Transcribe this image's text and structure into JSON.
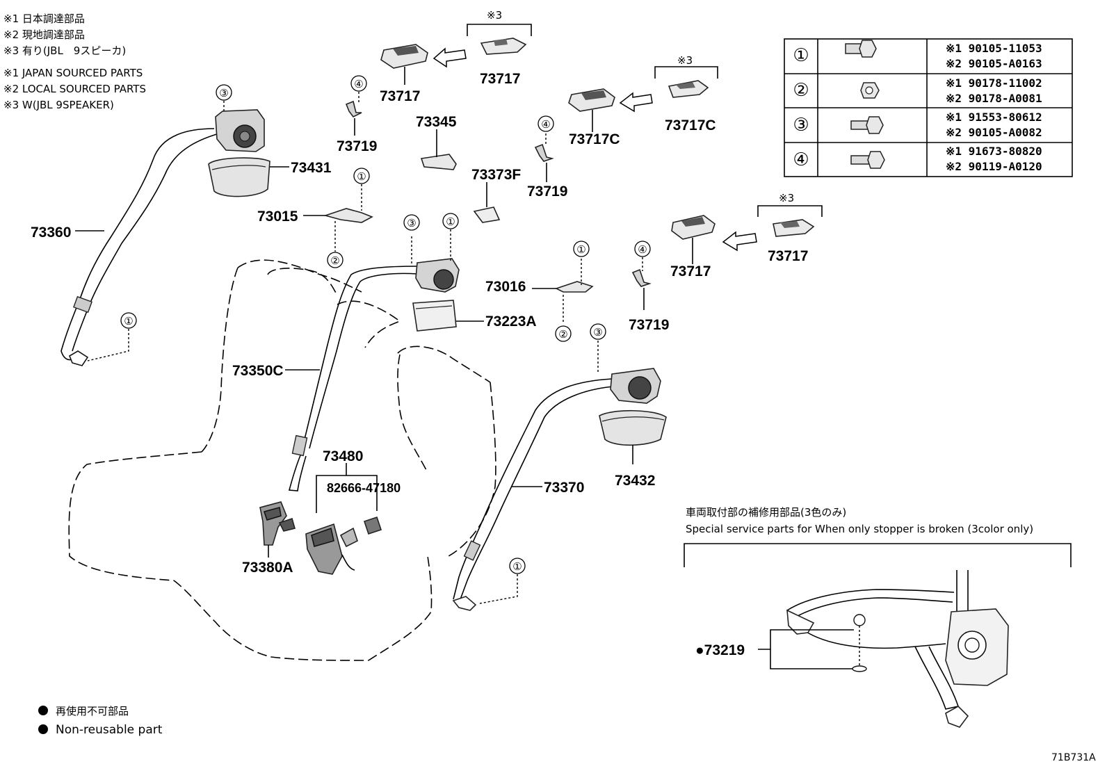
{
  "notes_jp": [
    "※1 日本調達部品",
    "※2 現地調達部品",
    "※3 有り(JBL　9スピーカ)"
  ],
  "notes_en": [
    "※1 JAPAN SOURCED PARTS",
    "※2 LOCAL SOURCED PARTS",
    "※3 W(JBL 9SPEAKER)"
  ],
  "bracket_mark": "※3",
  "fastener_table": [
    {
      "num": "①",
      "p1": "※1 90105-11053",
      "p2": "※2 90105-A0163"
    },
    {
      "num": "②",
      "p1": "※1 90178-11002",
      "p2": "※2 90178-A0081"
    },
    {
      "num": "③",
      "p1": "※1 91553-80612",
      "p2": "※2 90105-A0082"
    },
    {
      "num": "④",
      "p1": "※1 91673-80820",
      "p2": "※2 90119-A0120"
    }
  ],
  "part_labels": {
    "p73717_a": "73717",
    "p73717_b": "73717",
    "p73717_c": "73717",
    "p73717_d": "73717",
    "p73717c_a": "73717C",
    "p73717c_b": "73717C",
    "p73719_a": "73719",
    "p73719_b": "73719",
    "p73719_c": "73719",
    "p73345": "73345",
    "p73373f": "73373F",
    "p73431": "73431",
    "p73015": "73015",
    "p73360": "73360",
    "p73016": "73016",
    "p73223a": "73223A",
    "p73350c": "73350C",
    "p73480": "73480",
    "p82666": "82666-47180",
    "p73380a": "73380A",
    "p73370": "73370",
    "p73432": "73432",
    "p73219": "●73219"
  },
  "circle_marks": {
    "one": "①",
    "two": "②",
    "three": "③",
    "four": "④"
  },
  "special_parts_jp": "車両取付部の補修用部品(3色のみ)",
  "special_parts_en": "Special service parts for When only stopper is broken (3color only)",
  "legend": [
    "再使用不可部品",
    "Non-reusable part"
  ],
  "diagram_id": "71B731A"
}
